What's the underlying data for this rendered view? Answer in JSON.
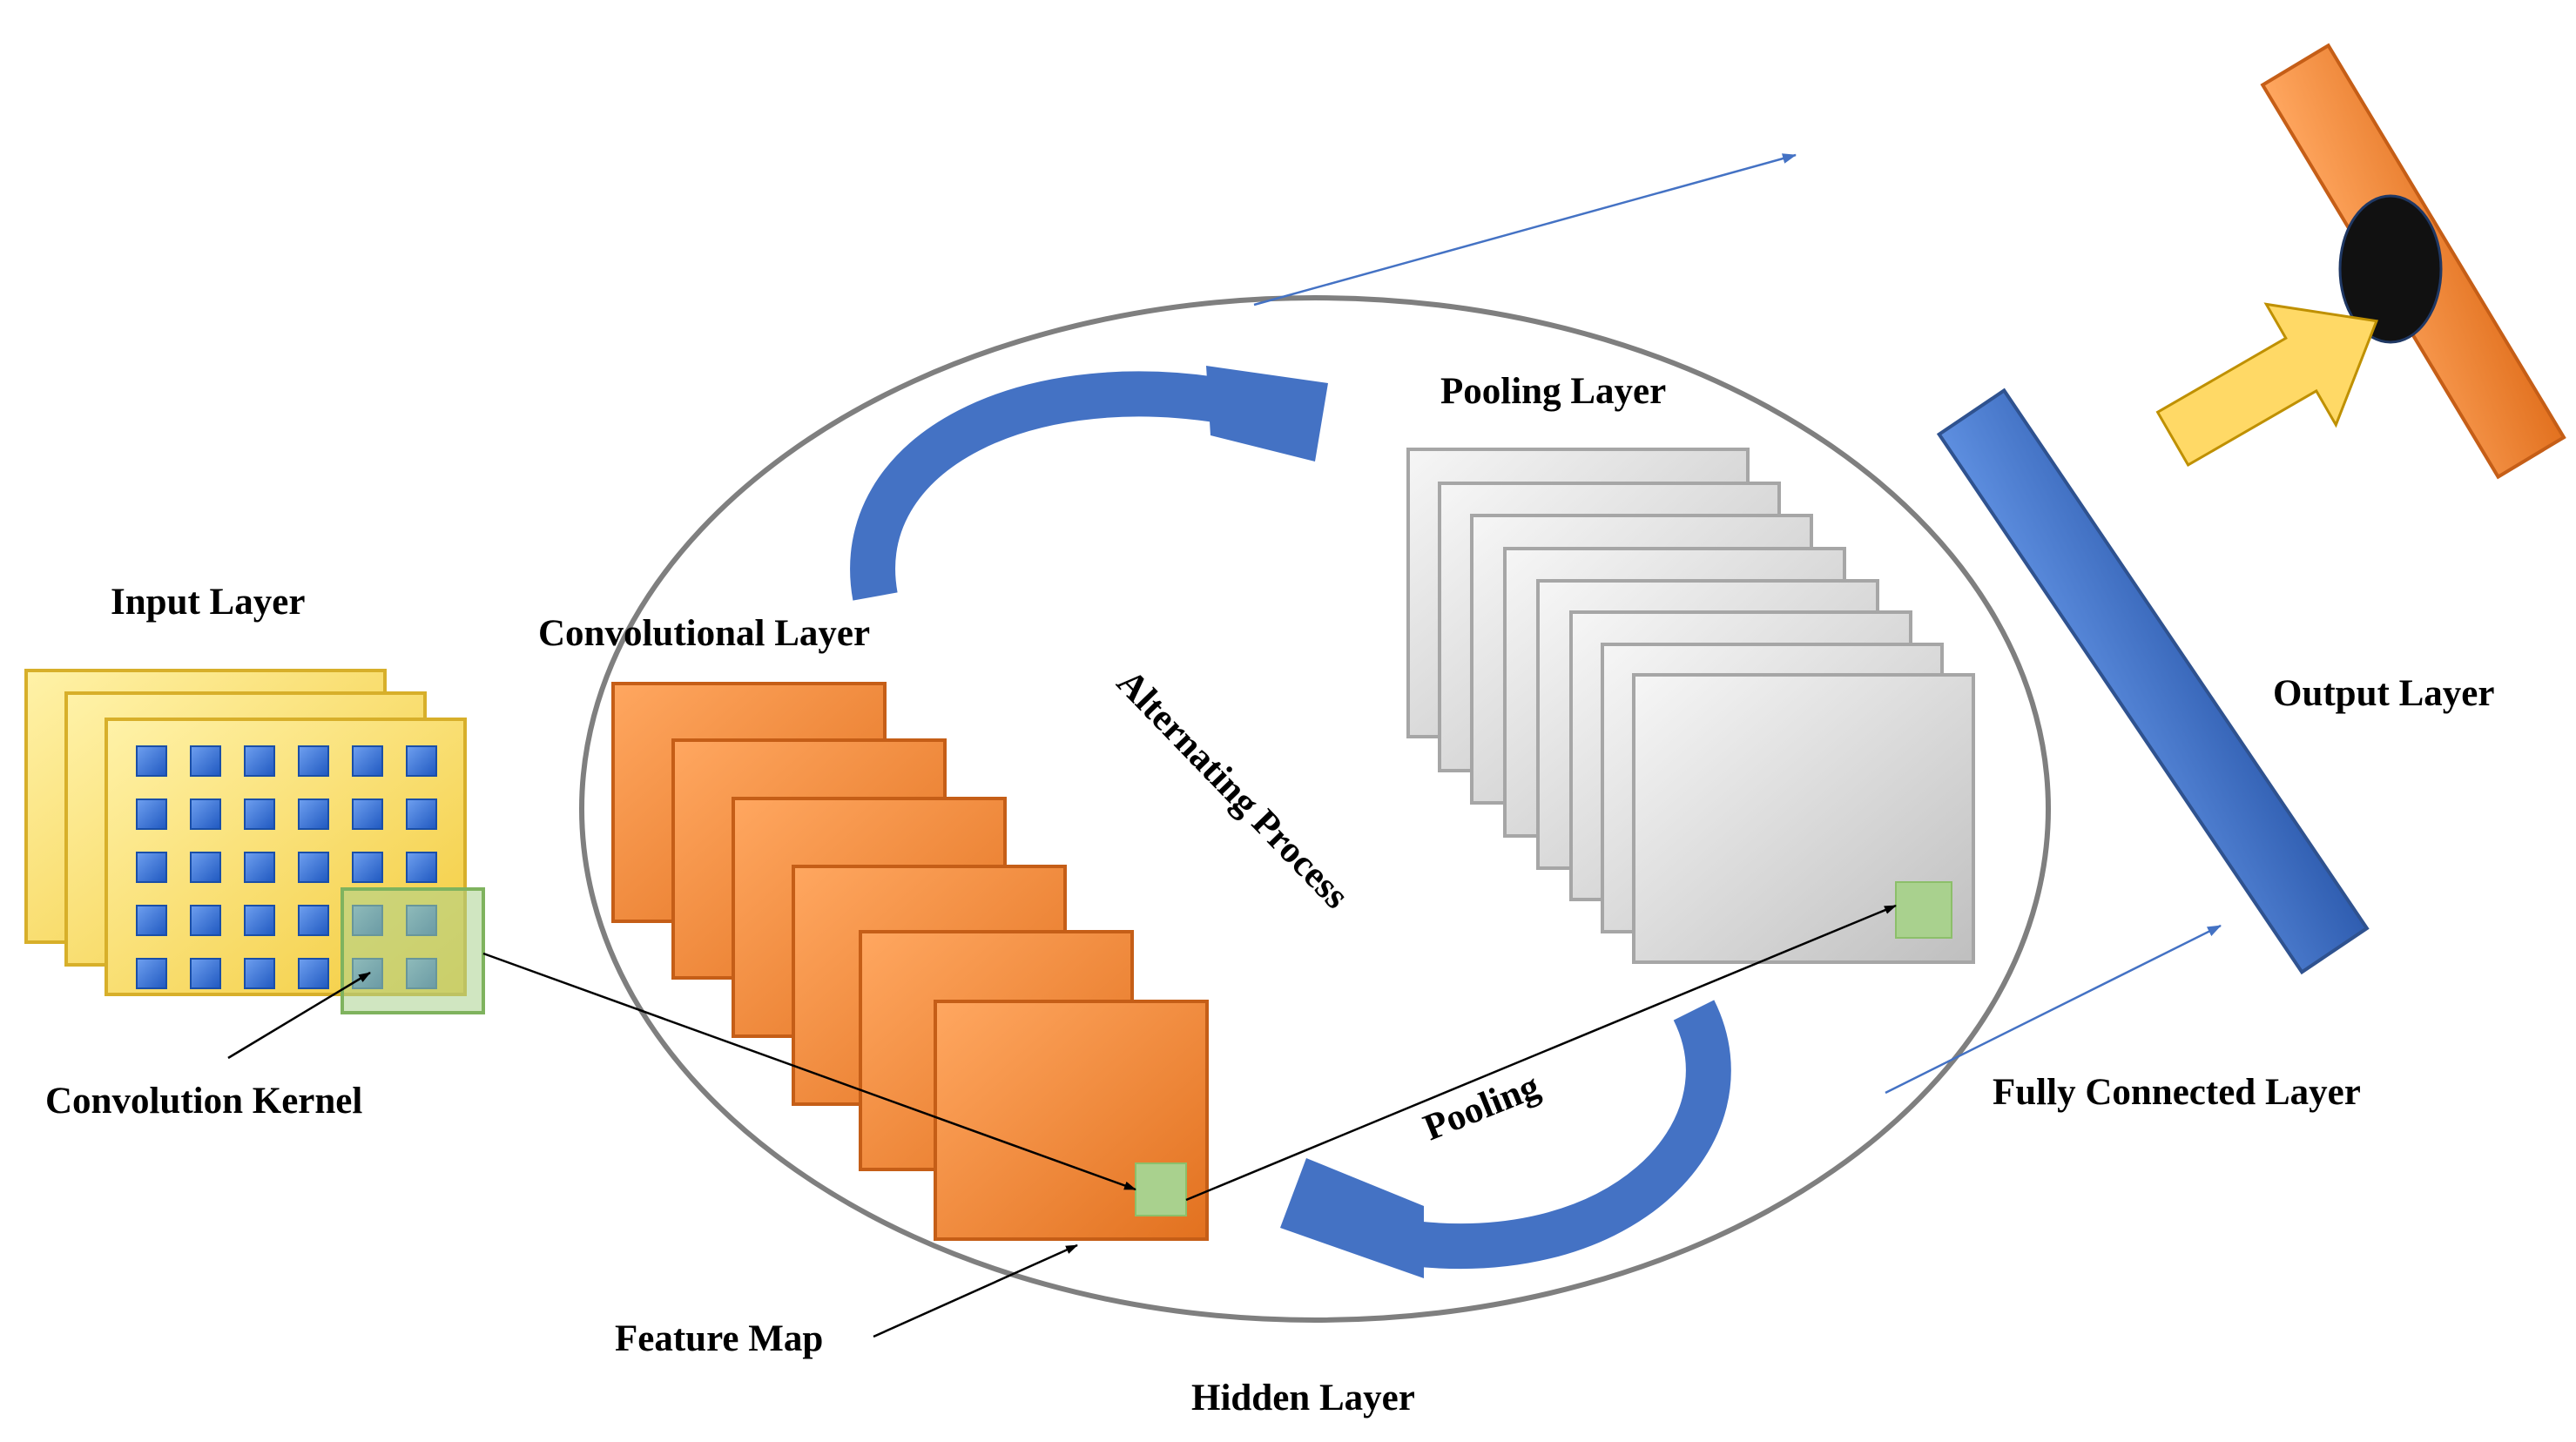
{
  "labels": {
    "input_layer": "Input Layer",
    "convolutional_layer": "Convolutional Layer",
    "alternating_process": "Alternating Process",
    "pooling_layer": "Pooling Layer",
    "output_layer": "Output Layer",
    "convolution_kernel": "Convolution Kernel",
    "feature_map": "Feature Map",
    "pooling": "Pooling",
    "fully_connected_layer": "Fully Connected Layer",
    "hidden_layer": "Hidden Layer"
  },
  "colors": {
    "input_plate": "#FFE066",
    "input_cell": "#2E6FD8",
    "kernel": "#A9D18E",
    "conv_plate": "#F5883A",
    "pool_plate": "#D9D9D9",
    "fc_bar": "#4472C4",
    "output_bar": "#F5883A",
    "output_dot": "#111111",
    "output_arrow": "#FFD966",
    "cycle_arrow": "#4472C4",
    "hidden_ellipse": "#7F7F7F"
  }
}
